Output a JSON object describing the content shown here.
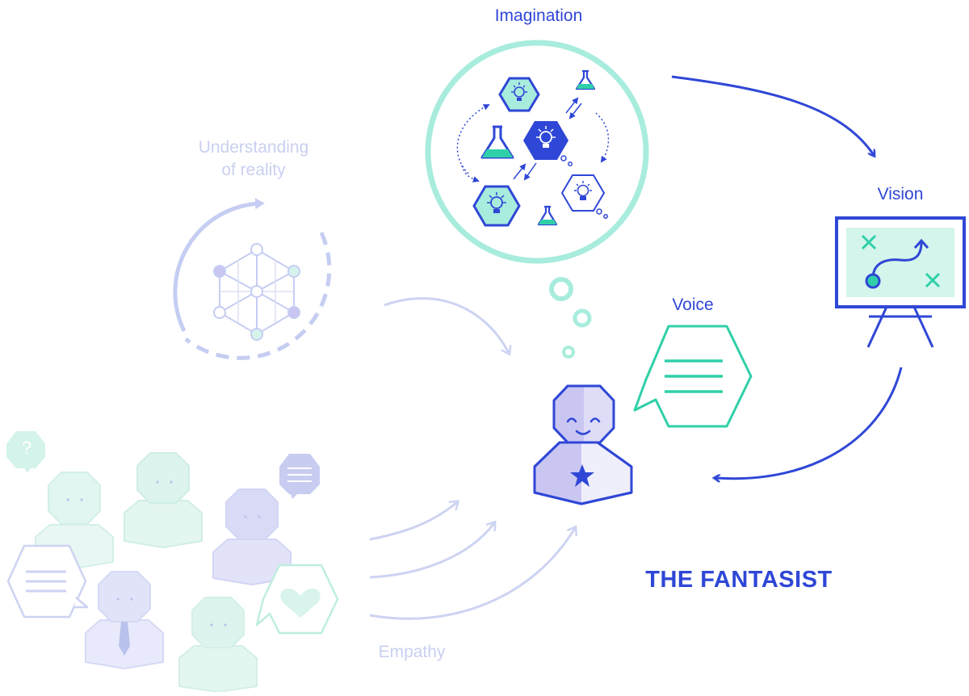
{
  "labels": {
    "imagination": "Imagination",
    "vision": "Vision",
    "voice": "Voice",
    "understanding_line1": "Understanding",
    "understanding_line2": "of reality",
    "empathy": "Empathy",
    "title": "THE FANTASIST",
    "question_mark": "?"
  },
  "colors": {
    "primary_blue": "#2f47d6",
    "teal": "#2fd0a8",
    "mint": "#a8ecdd",
    "lavender": "#c9c6f2",
    "faint_blue": "#c9d0f0",
    "faint_teal": "#d6f4ec"
  },
  "icons": [
    "cube-network-icon",
    "lightbulb-icon",
    "flask-icon",
    "easel-icon",
    "speech-bubble-icon",
    "star-icon",
    "heart-icon"
  ]
}
